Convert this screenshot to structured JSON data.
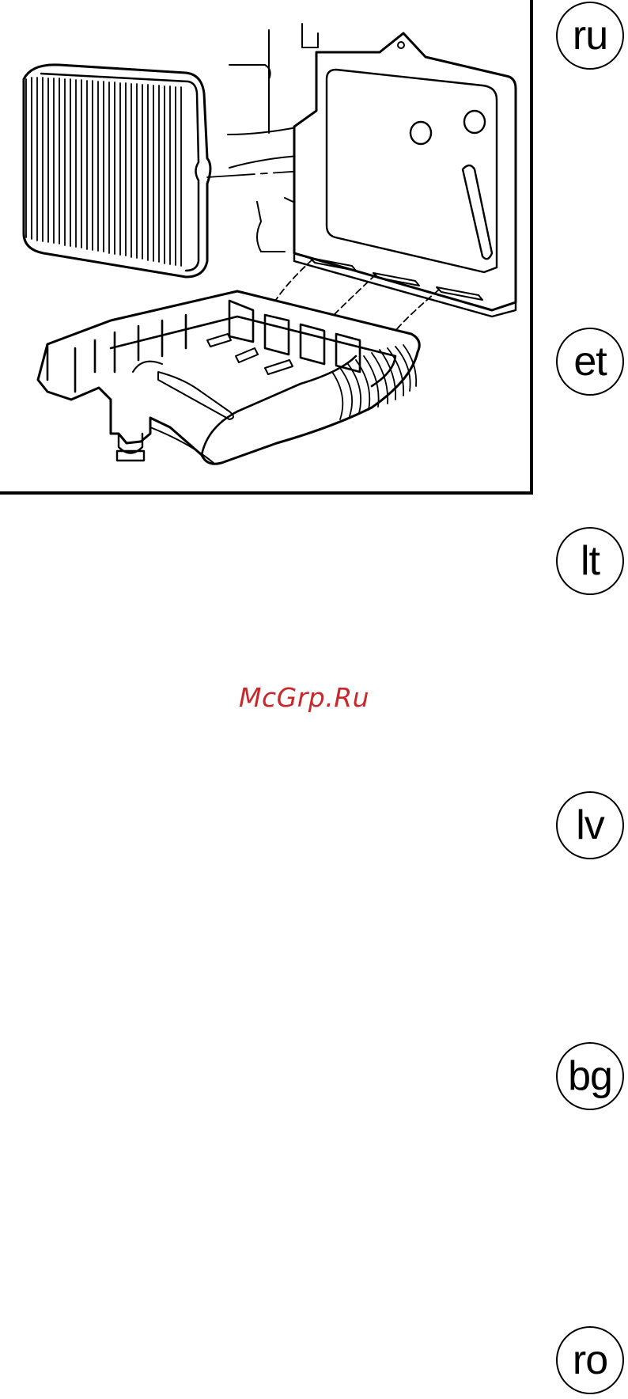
{
  "languages": [
    {
      "code": "ru"
    },
    {
      "code": "et"
    },
    {
      "code": "lt"
    },
    {
      "code": "lv"
    },
    {
      "code": "bg"
    },
    {
      "code": "ro"
    }
  ],
  "watermark": {
    "text": "McGrp.Ru",
    "color": "#c8282a"
  },
  "figure": {
    "description_icon": "air-filter-housing-illustration"
  }
}
